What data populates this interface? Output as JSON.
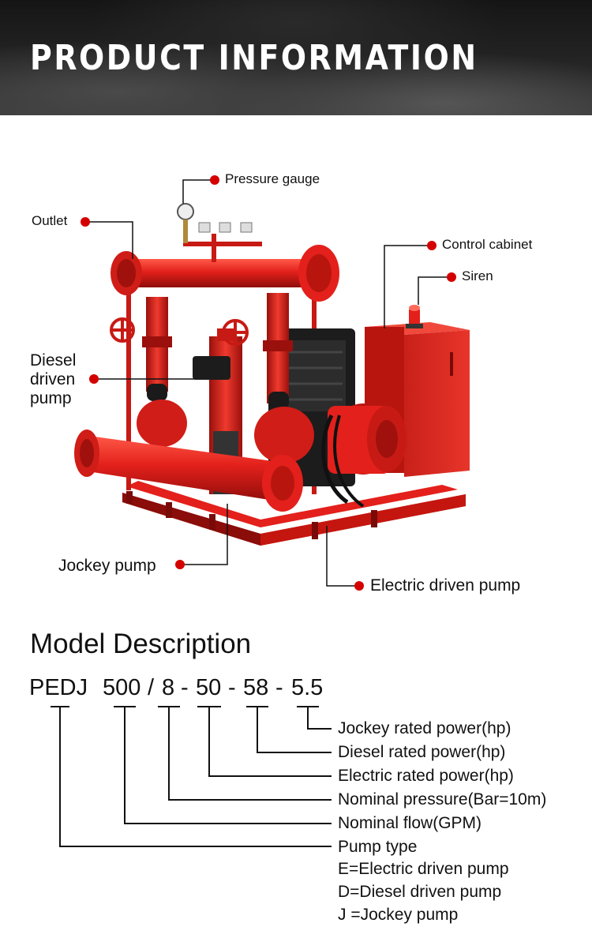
{
  "header": {
    "title": "PRODUCT INFORMATION"
  },
  "diagram": {
    "labels": {
      "pressure_gauge": "Pressure gauge",
      "outlet": "Outlet",
      "control_cabinet": "Control cabinet",
      "siren": "Siren",
      "diesel_line1": "Diesel",
      "diesel_line2": "driven",
      "diesel_line3": "pump",
      "jockey_pump": "Jockey pump",
      "electric_driven_pump": "Electric driven pump"
    },
    "colors": {
      "accent": "#d40000",
      "equipment": "#e3201b",
      "dark": "#1a1a1a"
    }
  },
  "model": {
    "title": "Model Description",
    "code": {
      "series": "PEDJ",
      "flow": "500",
      "slash": "/",
      "pressure": "8",
      "dash1": "-",
      "electric": "50",
      "dash2": "-",
      "diesel": "58",
      "dash3": "-",
      "jockey": "5.5"
    },
    "descriptions": {
      "jockey": "Jockey rated power(hp)",
      "diesel": "Diesel rated power(hp)",
      "electric": "Electric rated power(hp)",
      "pressure": "Nominal pressure(Bar=10m)",
      "flow": "Nominal flow(GPM)",
      "type": "Pump type",
      "type_e": "E=Electric driven pump",
      "type_d": "D=Diesel driven pump",
      "type_j": "J =Jockey pump"
    }
  }
}
